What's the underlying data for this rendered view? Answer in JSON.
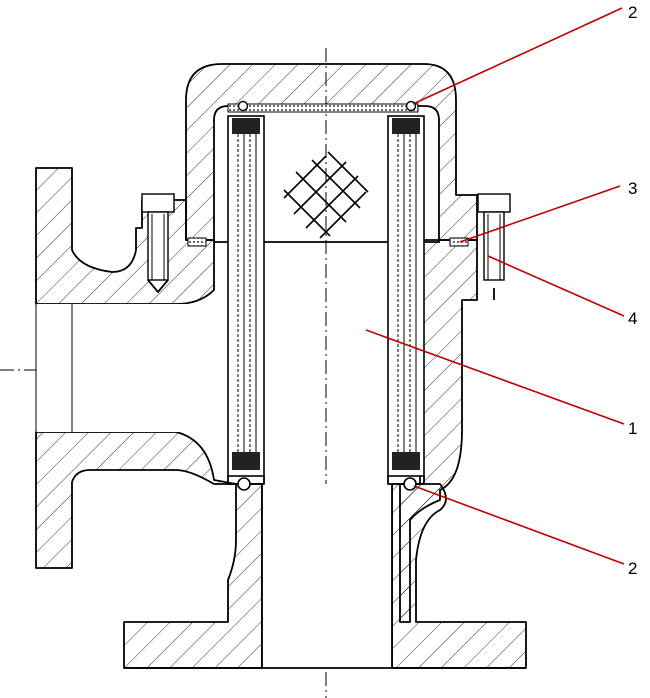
{
  "callouts": [
    {
      "id": "callout-top-right",
      "label": "2"
    },
    {
      "id": "callout-seal",
      "label": "3"
    },
    {
      "id": "callout-bolt",
      "label": "4"
    },
    {
      "id": "callout-element",
      "label": "1"
    },
    {
      "id": "callout-bottom-right",
      "label": "2"
    }
  ],
  "colors": {
    "leader": "#c00000",
    "line": "#000000",
    "background": "#ffffff"
  }
}
